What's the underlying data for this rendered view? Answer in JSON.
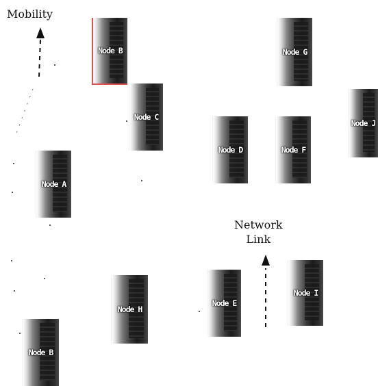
{
  "annotations": {
    "mobility": "Mobility",
    "network_link_line1": "Network",
    "network_link_line2": "Link"
  },
  "nodes": [
    {
      "label": "Node B"
    },
    {
      "label": "Node G"
    },
    {
      "label": "Node C"
    },
    {
      "label": "Node J"
    },
    {
      "label": "Node D"
    },
    {
      "label": "Node F"
    },
    {
      "label": "Node A"
    },
    {
      "label": "Node H"
    },
    {
      "label": "Node E"
    },
    {
      "label": "Node I"
    },
    {
      "label": "Node B"
    }
  ]
}
